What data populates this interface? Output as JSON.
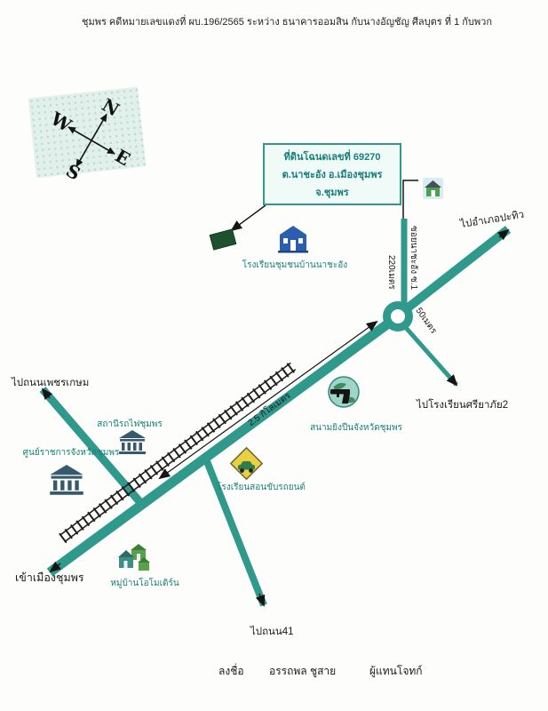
{
  "title": "ชุมพร  คดีหมายเลขแดงที่ ผบ.196/2565 ระหว่าง ธนาคารออมสิน  กับนางอัญชัญ  ศีลบุตร ที่ 1 กับพวก",
  "colors": {
    "road": "#2f998b",
    "teal_label": "#178276",
    "parcel": "#1d5130",
    "ink": "#1a1a1a"
  },
  "compass": {
    "n": "N",
    "e": "E",
    "s": "S",
    "w": "W"
  },
  "parcel_box": {
    "line1": "ที่ดินโฉนดเลขที่ 69270",
    "line2": "ต.นาชะอัง  อ.เมืองชุมพร",
    "line3": "จ.ชุมพร"
  },
  "roads": {
    "to_pathiu": "ไปอำเภอปะทิว",
    "soi_name": "ซอยนาชะอัง ซ.1",
    "soi_distance": "220เมตร",
    "roundabout_distance": "50เมตร",
    "to_sriyapai": "ไปโรงเรียนศรียาภัย2",
    "to_phetkasem": "ไปถนนเพชรเกษม",
    "to_city": "เข้าเมืองชุมพร",
    "to_road41": "ไปถนน41",
    "main_distance": "2.5 กิโลเมตร"
  },
  "landmarks": {
    "school_nachaang": "โรงเรียนชุมชนบ้านนาชะอัง",
    "shooting_range": "สนามยิงปืนจังหวัดชุมพร",
    "driving_school": "โรงเรียนสอนขับรถยนต์",
    "railway_station": "สถานีรถไฟชุมพร",
    "gov_center": "ศูนย์ราชการจังหวัดชุมพร",
    "village": "หมู่บ้านโอโมเดิร์น"
  },
  "signature": {
    "sign_label": "ลงชื่อ",
    "name": "อรรถพล ชูสาย",
    "role": "ผู้แทนโจทก์"
  },
  "icons": {
    "compass_rose": "crossed double arrows N/E/S/W",
    "school_building": "blue school house",
    "railway_station_building": "classical columned building",
    "gov_center_building": "classical columned building",
    "house": "small green house",
    "village_houses": "cluster of green houses",
    "shooting_range_globe_pistol": "globe with pistol",
    "driving_school_sign": "yellow diamond sign with car",
    "roundabout": "teal ring",
    "railway_track": "hatched railway line"
  }
}
